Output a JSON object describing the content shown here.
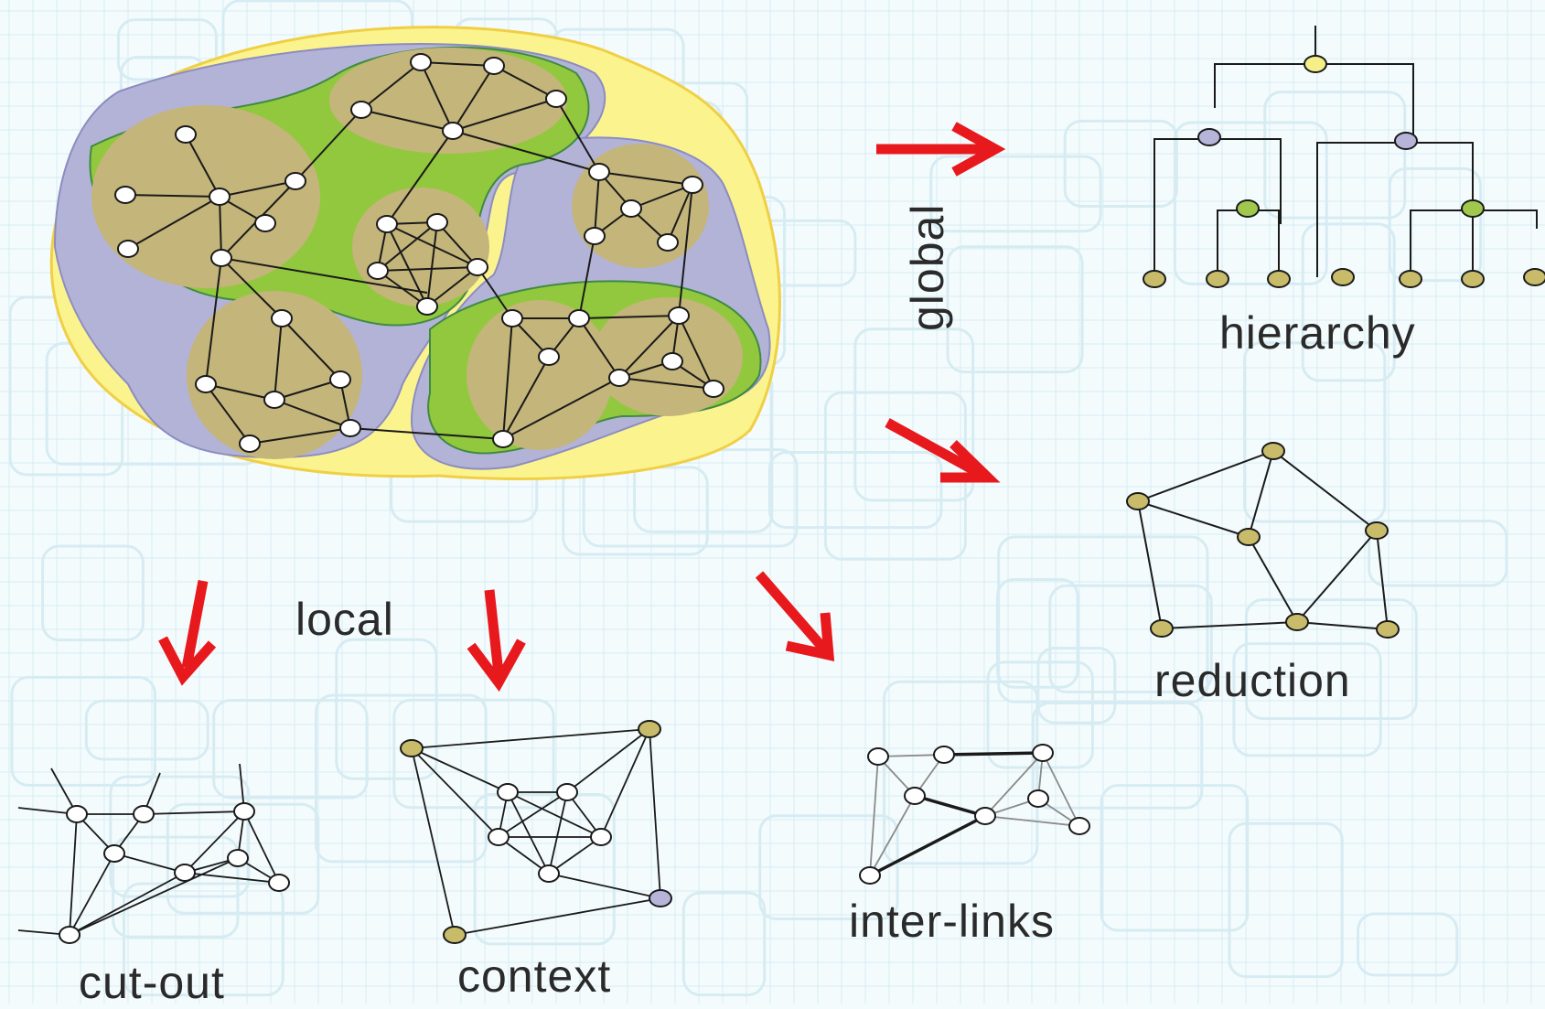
{
  "labels": {
    "global": "global",
    "hierarchy": "hierarchy",
    "reduction": "reduction",
    "local": "local",
    "cut_out": "cut-out",
    "context": "context",
    "inter_links": "inter-links"
  },
  "colors": {
    "background": "#f4fbfd",
    "grid_line": "#d6ecf2",
    "outer_region": "#fbf48e",
    "outer_region_border": "#f0cf45",
    "lavender_region": "#b3b3d8",
    "green_region": "#92c83e",
    "cluster_blob": "#c4b57a",
    "node_white": "#ffffff",
    "node_olive": "#c8bb6a",
    "node_lavender": "#b6b4d9",
    "node_green": "#9fc84d",
    "node_yellow": "#f5ef87",
    "arrow_red": "#e8191c"
  },
  "icons": {
    "arrow": "red-arrow-icon"
  }
}
